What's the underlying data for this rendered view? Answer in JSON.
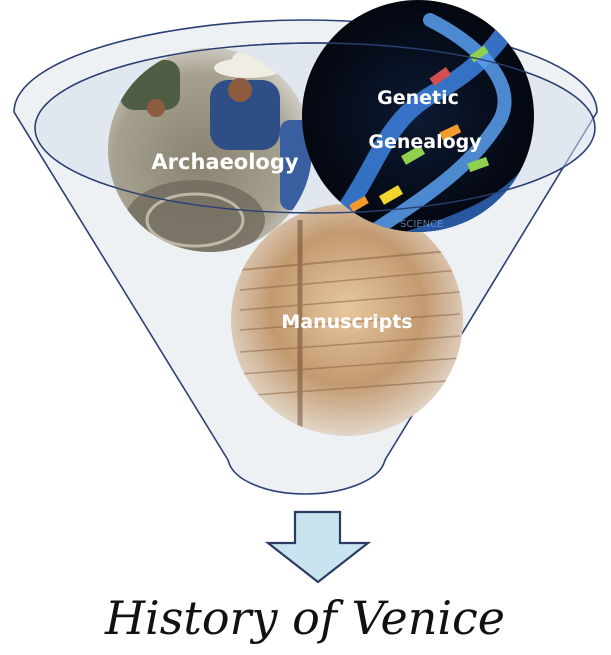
{
  "sources": [
    {
      "id": "archaeology",
      "label": "Archaeology"
    },
    {
      "id": "genetic-genealogy",
      "label_lines": [
        "Genetic",
        "Genealogy"
      ]
    },
    {
      "id": "manuscripts",
      "label": "Manuscripts"
    }
  ],
  "genetic_image_caption": "SCIENCE",
  "result": {
    "label": "History of Venice"
  },
  "colors": {
    "funnel_outline": "#2a3f73",
    "funnel_fill": "#eef1f4",
    "rim_fill": "#d5dee9",
    "arrow_fill": "#c9e4ef",
    "arrow_stroke": "#2b3b64",
    "dna_blue": "#3b7cd6"
  }
}
